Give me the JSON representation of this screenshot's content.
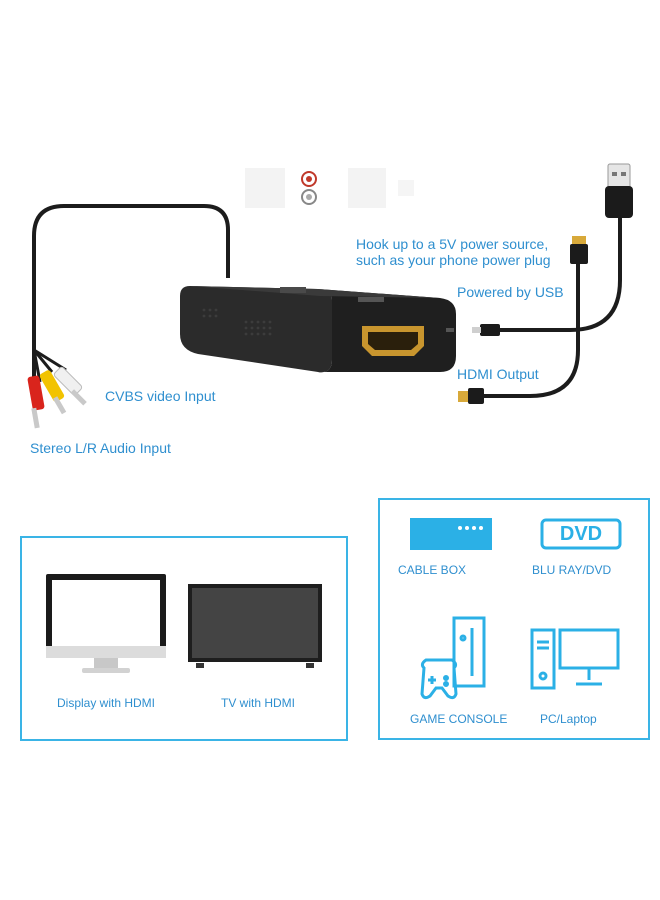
{
  "diagram": {
    "label_power_line1": "Hook up to a 5V power source,",
    "label_power_line2": "such as your phone power plug",
    "label_usb": "Powered by USB",
    "label_hdmi_out": "HDMI Output",
    "label_cvbs": "CVBS video Input",
    "label_audio": "Stereo L/R Audio Input"
  },
  "displays_panel": {
    "items": [
      {
        "label": "Display with HDMI",
        "icon": "monitor-icon"
      },
      {
        "label": "TV with HDMI",
        "icon": "tv-icon"
      }
    ]
  },
  "sources_panel": {
    "items": [
      {
        "label": "CABLE BOX",
        "icon": "cable-box-icon"
      },
      {
        "label": "BLU RAY/DVD",
        "icon": "dvd-icon",
        "icon_text": "DVD"
      },
      {
        "label": "GAME CONSOLE",
        "icon": "game-console-icon"
      },
      {
        "label": "PC/Laptop",
        "icon": "pc-icon"
      }
    ]
  },
  "colors": {
    "accent": "#2f8fcf",
    "panel_border": "#3ab4e6",
    "device_body": "#2a2a2a",
    "hdmi_gold": "#d8a93a"
  }
}
